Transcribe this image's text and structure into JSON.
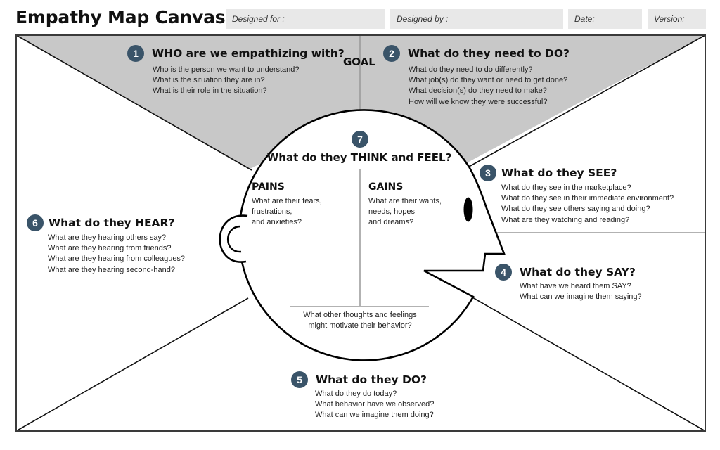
{
  "header": {
    "title": "Empathy Map Canvas",
    "fields": [
      {
        "label": "Designed for :"
      },
      {
        "label": "Designed by :"
      },
      {
        "label": "Date:"
      },
      {
        "label": "Version:"
      }
    ]
  },
  "colors": {
    "badge": "#3a5469",
    "goal_fill": "#c8c8c8",
    "field_bg": "#e8e8e8",
    "border": "#3a3a3a"
  },
  "goal_label": "GOAL",
  "sections": {
    "who": {
      "number": "1",
      "heading": "WHO are we empathizing with?",
      "questions": [
        "Who is the person we want to understand?",
        "What is the situation they are in?",
        "What is their role in the situation?"
      ]
    },
    "need_to_do": {
      "number": "2",
      "heading": "What do they need to DO?",
      "questions": [
        "What do they need to do differently?",
        "What job(s) do they want or need to get done?",
        "What decision(s) do they need to make?",
        "How will we know they were successful?"
      ]
    },
    "see": {
      "number": "3",
      "heading": "What do they SEE?",
      "questions": [
        "What do they see in the marketplace?",
        "What do they see in their immediate environment?",
        "What do they see others saying and doing?",
        "What are they watching and reading?"
      ]
    },
    "say": {
      "number": "4",
      "heading": "What do they SAY?",
      "questions": [
        "What have we heard them SAY?",
        "What can we imagine them saying?"
      ]
    },
    "do": {
      "number": "5",
      "heading": "What do they DO?",
      "questions": [
        "What do they do today?",
        "What behavior have we observed?",
        "What can we imagine them doing?"
      ]
    },
    "hear": {
      "number": "6",
      "heading": "What do they HEAR?",
      "questions": [
        "What are they hearing others say?",
        "What are they hearing from friends?",
        "What are they hearing from colleagues?",
        "What are they hearing second-hand?"
      ]
    },
    "think_feel": {
      "number": "7",
      "heading": "What do they THINK and FEEL?",
      "pains": {
        "title": "PAINS",
        "lines": [
          "What are their fears,",
          "frustrations,",
          "and anxieties?"
        ]
      },
      "gains": {
        "title": "GAINS",
        "lines": [
          "What are their wants,",
          "needs, hopes",
          "and dreams?"
        ]
      },
      "other": [
        "What other thoughts and feelings",
        "might motivate their behavior?"
      ]
    }
  }
}
